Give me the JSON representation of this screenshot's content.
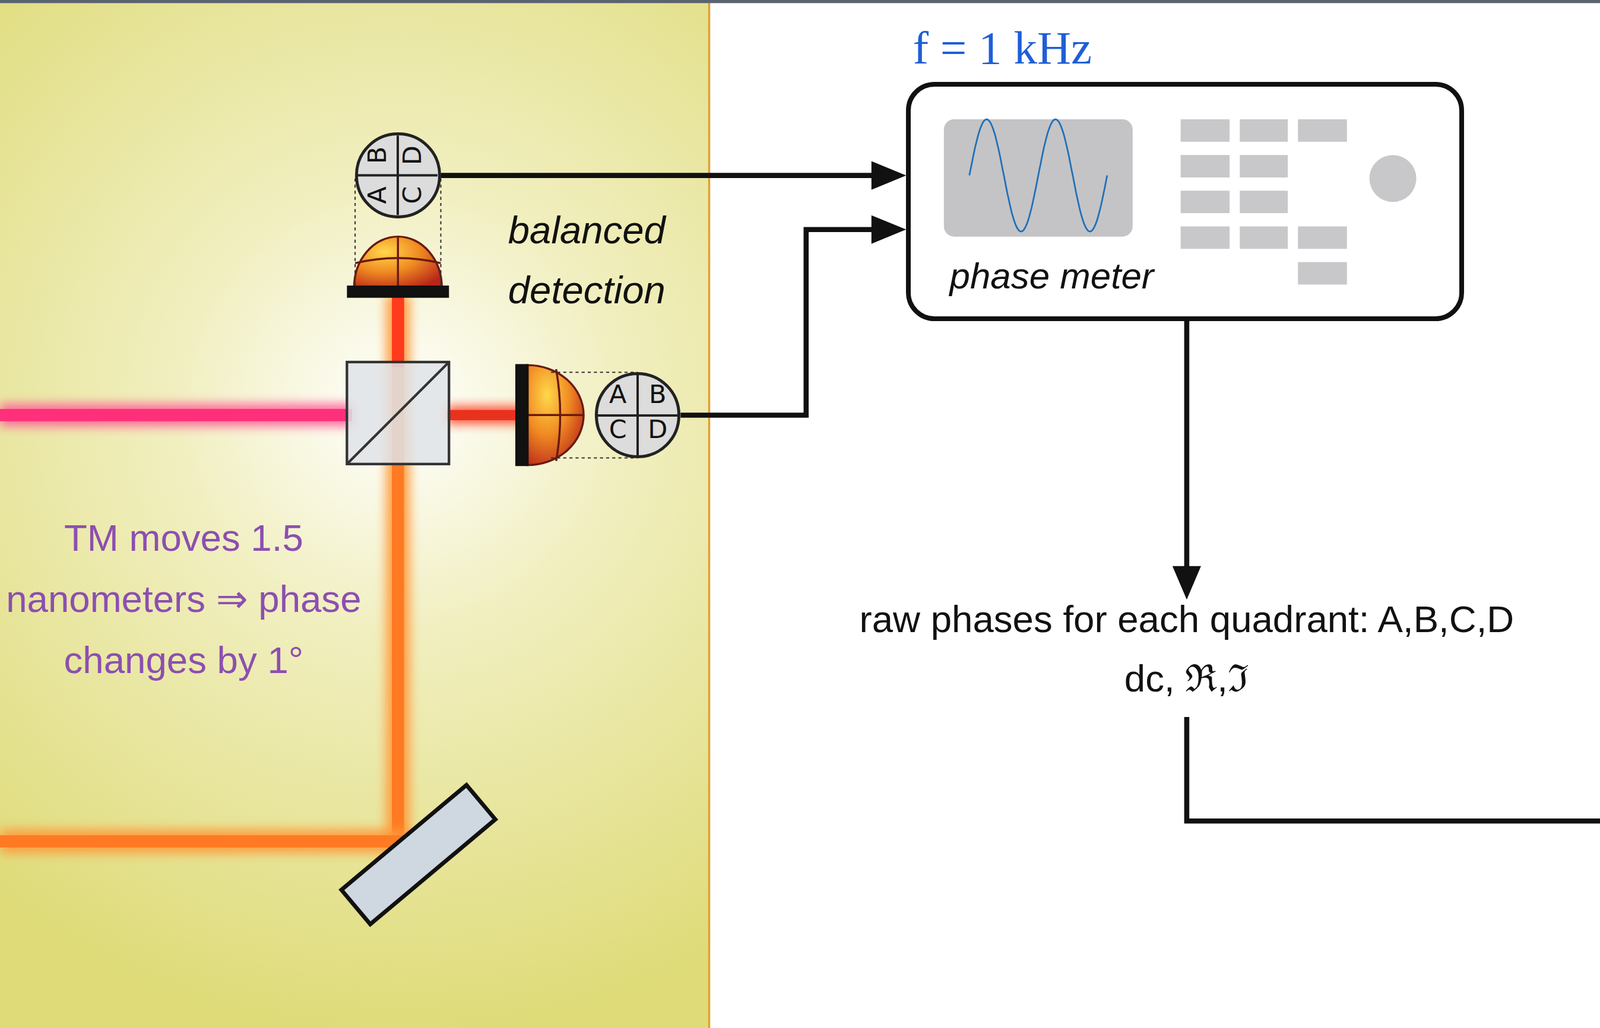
{
  "diagram": {
    "nodes": [
      {
        "text": [
          "f = 1 kHz",
          "phase meter"
        ]
      },
      {
        "text": [
          "A",
          "B",
          "C",
          "D"
        ]
      },
      {
        "text": [
          "A",
          "B",
          "C",
          "D"
        ]
      }
    ],
    "edges": [
      {
        "from": 1,
        "to": 0,
        "arrow": "to"
      },
      {
        "from": 2,
        "to": 0,
        "arrow": "to"
      }
    ],
    "labels": [
      "balanced detection",
      "TM moves 1.5 nanometers ⇒ phase changes by 1°",
      "raw phases for each quadrant: A,B,C,D",
      "dc, ℜ,ℑ"
    ]
  }
}
